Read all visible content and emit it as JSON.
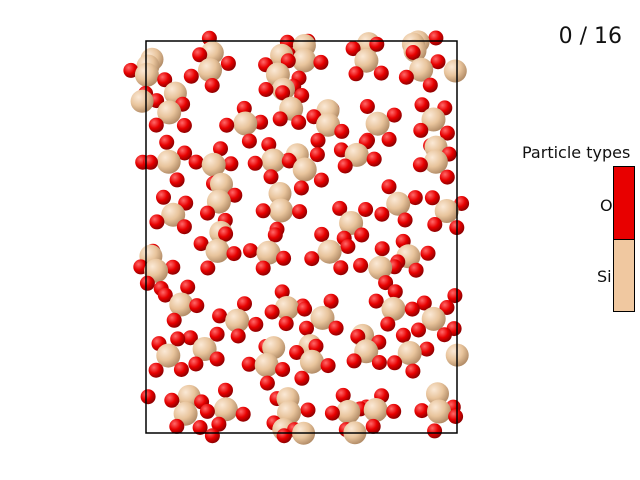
{
  "frame_counter": "0 / 16",
  "legend": {
    "title": "Particle types",
    "items": [
      {
        "label": "O",
        "color": "#e80000"
      },
      {
        "label": "Si",
        "color": "#f0c8a0"
      }
    ]
  },
  "colors": {
    "oxygen": "#e80000",
    "silicon": "#f0c8a0",
    "cell_border": "#000000"
  }
}
